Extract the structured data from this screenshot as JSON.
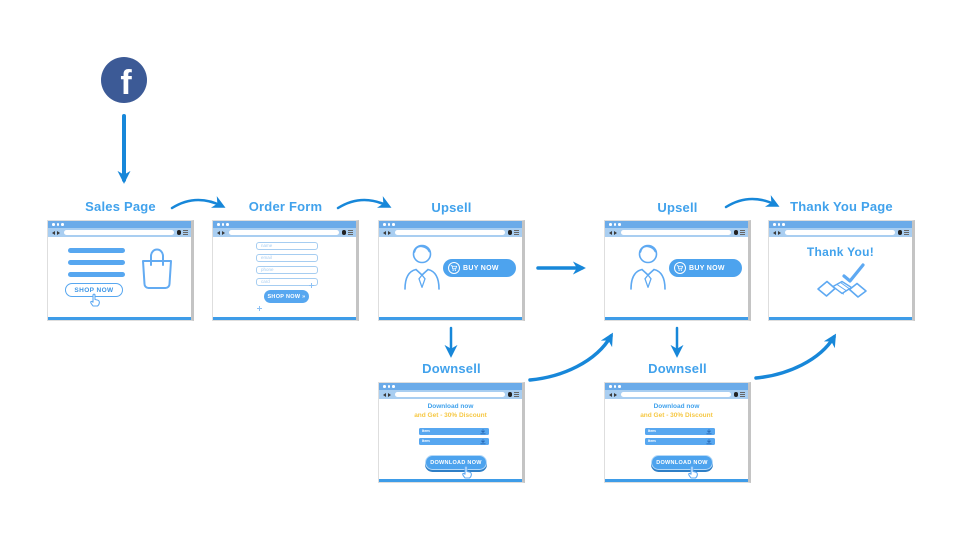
{
  "palette": {
    "arrow_blue": "#1787d9",
    "title_blue": "#41a2ec",
    "chrome_top_blue": "#6babe9",
    "chrome_addr_blue": "#a9cef1",
    "accent_blue": "#57a7f0",
    "button_blue": "#4da3ee",
    "outline_blue": "#5ea9f2",
    "discount_yellow": "#f6c844",
    "facebook_blue": "#3c5a96"
  },
  "facebook": {
    "glyph": "f"
  },
  "sales_page": {
    "title": "Sales Page",
    "shop_button": "SHOP NOW"
  },
  "order_form": {
    "title": "Order Form",
    "fields": [
      "name",
      "email",
      "phone",
      "card"
    ],
    "shop_button": "SHOP NOW »"
  },
  "upsell_1": {
    "title": "Upsell",
    "buy_button": "BUY NOW"
  },
  "upsell_2": {
    "title": "Upsell",
    "buy_button": "BUY NOW"
  },
  "thank_you": {
    "title": "Thank You Page",
    "message": "Thank You!"
  },
  "downsell_1": {
    "title": "Downsell",
    "headline_1": "Download now",
    "headline_2": "and Get - 30% Discount",
    "items": [
      "Item",
      "Item"
    ],
    "download_button": "DOWNLOAD NOW"
  },
  "downsell_2": {
    "title": "Downsell",
    "headline_1": "Download now",
    "headline_2": "and Get - 30% Discount",
    "items": [
      "Item",
      "Item"
    ],
    "download_button": "DOWNLOAD NOW"
  }
}
